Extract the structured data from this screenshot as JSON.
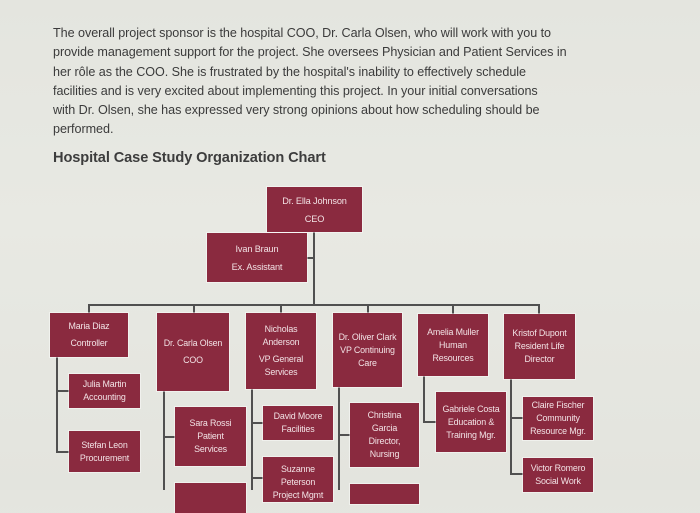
{
  "document": {
    "paragraph_lines": [
      "The overall project sponsor is the hospital COO, Dr. Carla Olsen, who will work with you to",
      "provide management support for the project. She oversees Physician and Patient Services in",
      "her rôle as the COO. She is frustrated by the hospital's inability to effectively schedule",
      "facilities and is very excited about implementing this project. In your initial conversations",
      "with Dr. Olsen, she has expressed very strong opinions about how scheduling should be",
      "performed."
    ],
    "section_heading": "Hospital Case Study Organization Chart"
  },
  "org_chart": {
    "ceo": {
      "name": "Dr. Ella Johnson",
      "title": "CEO"
    },
    "executive_assistant": {
      "name": "Ivan Braun",
      "title": "Ex. Assistant"
    },
    "direct_reports": [
      {
        "name": "Maria Diaz",
        "title": "Controller",
        "reports": [
          {
            "name": "Julia Martin",
            "title": "Accounting"
          },
          {
            "name": "Stefan Leon",
            "title": "Procurement"
          }
        ]
      },
      {
        "name": "Dr. Carla Olsen",
        "title": "COO",
        "reports": [
          {
            "name": "Sara Rossi",
            "title": "Patient\nServices"
          }
        ]
      },
      {
        "name": "Nicholas\nAnderson",
        "title": "VP General\nServices",
        "reports": [
          {
            "name": "David Moore",
            "title": "Facilities"
          },
          {
            "name": "Suzanne\nPeterson",
            "title": "Project Mgmt"
          }
        ]
      },
      {
        "name": "Dr. Oliver Clark",
        "title": "VP Continuing\nCare",
        "reports": [
          {
            "name": "Christina\nGarcia",
            "title": "Director,\nNursing"
          }
        ]
      },
      {
        "name": "Amelia Muller",
        "title": "Human\nResources",
        "reports": [
          {
            "name": "Gabriele Costa",
            "title": "Education &\nTraining Mgr."
          }
        ]
      },
      {
        "name": "Kristof Dupont",
        "title": "Resident Life\nDirector",
        "reports": [
          {
            "name": "Claire Fischer",
            "title": "Community\nResource Mgr."
          },
          {
            "name": "Victor Romero",
            "title": "Social Work"
          }
        ]
      }
    ]
  },
  "colors": {
    "box_fill": "#8a2a3f",
    "box_text": "#f2e2e5",
    "connector": "#505050",
    "body_text": "#3b3b3b",
    "background": "#e6e7e1"
  }
}
